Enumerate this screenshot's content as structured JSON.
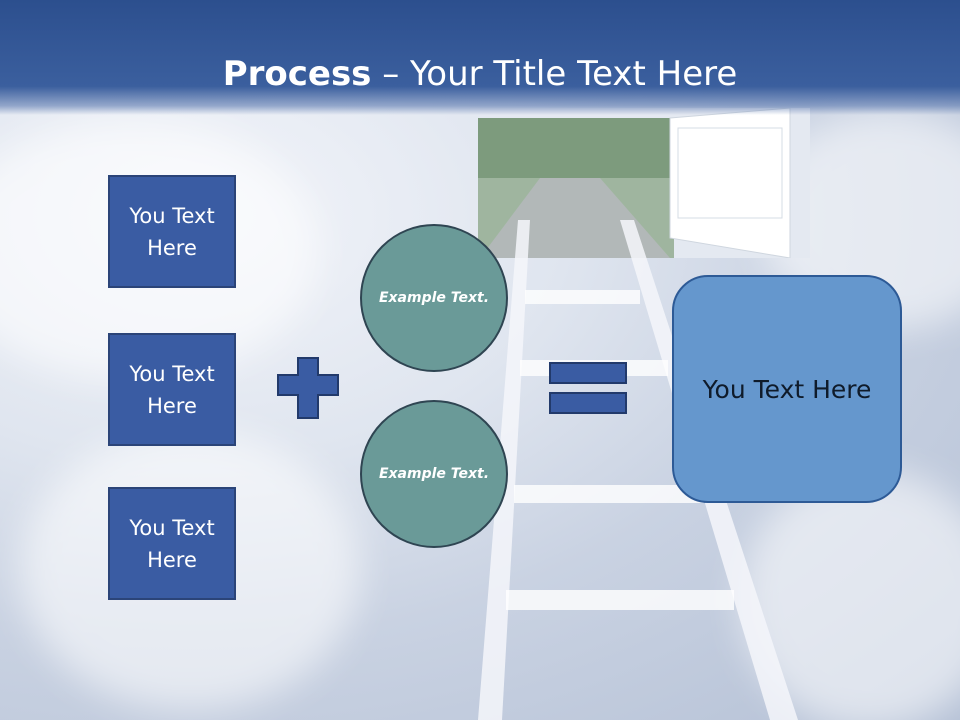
{
  "slide": {
    "title_bold": "Process",
    "title_rest": " – Your Title Text Here",
    "boxes": [
      "You Text Here",
      "You Text Here",
      "You Text Here"
    ],
    "circles": [
      "Example Text.",
      "Example Text."
    ],
    "result": "You Text Here"
  },
  "colors": {
    "header": "#2c4f8e",
    "box_fill": "#3a5ca3",
    "circle_fill": "#6a9a98",
    "result_fill": "#6597cd"
  },
  "icons": [
    "plus-icon",
    "equals-icon"
  ]
}
